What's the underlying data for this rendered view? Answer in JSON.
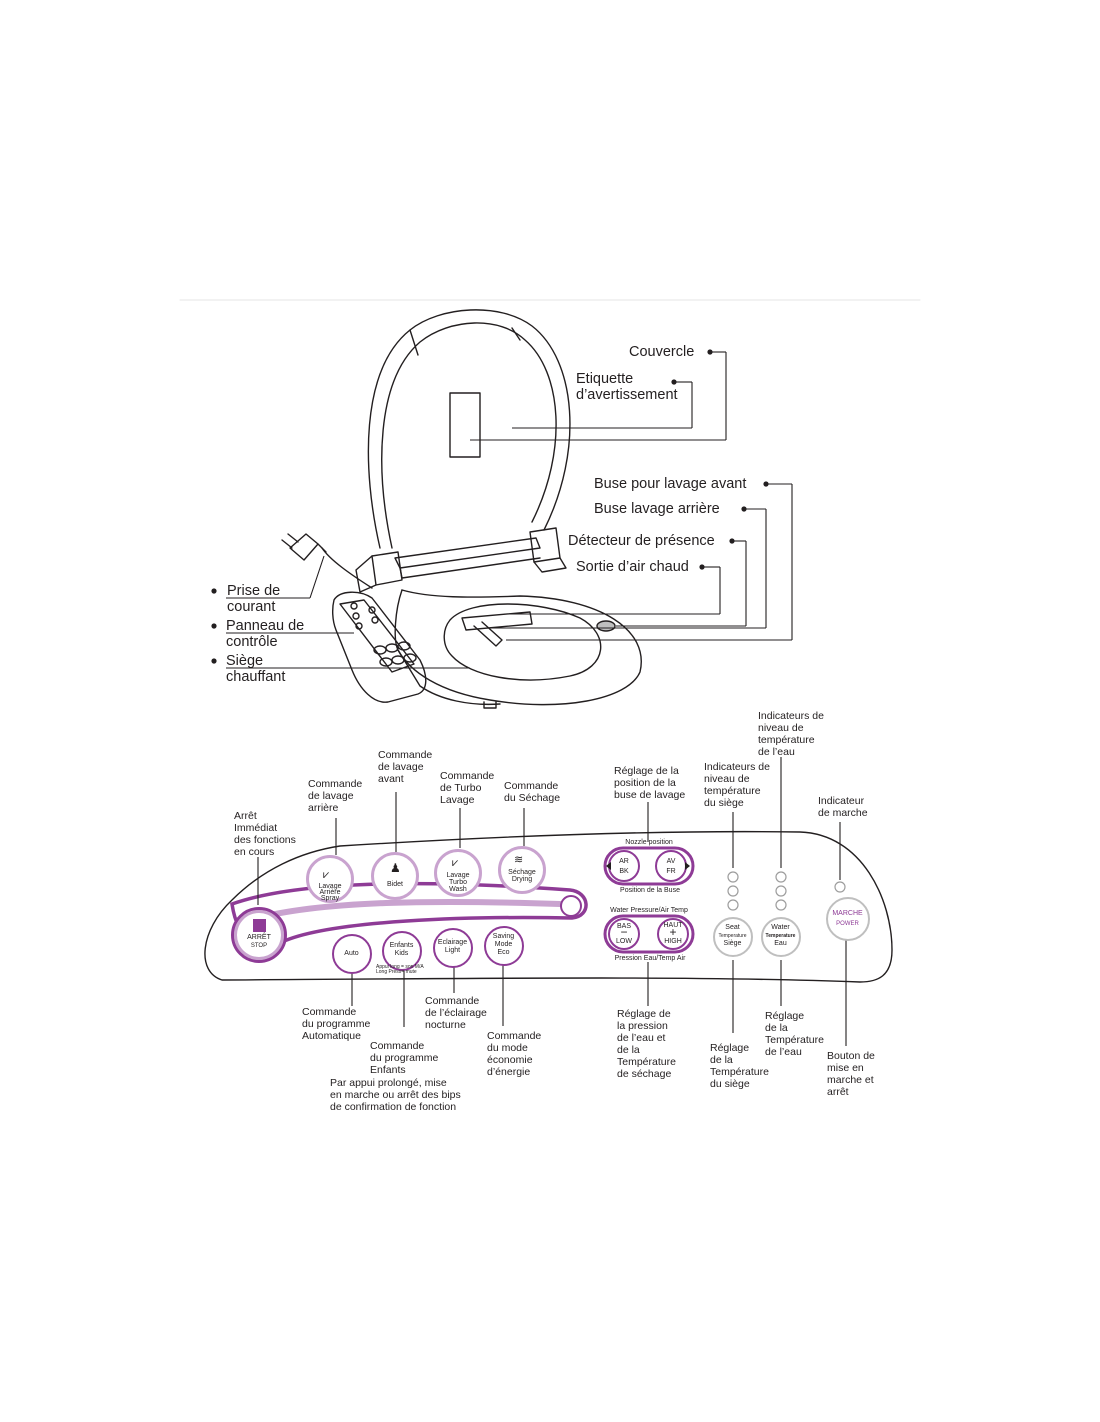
{
  "colors": {
    "accent": "#8e3b96",
    "accent_light": "#c9a3cf",
    "line": "#231f20",
    "grey": "#bfbfbf"
  },
  "toilet_labels": {
    "lid": "Couvercle",
    "warning_label_1": "Etiquette",
    "warning_label_2": "d’avertissement",
    "front_nozzle": "Buse pour lavage avant",
    "rear_nozzle": "Buse lavage arrière",
    "presence_sensor": "Détecteur de présence",
    "hot_air": "Sortie d’air chaud",
    "plug_1": "Prise de",
    "plug_2": "courant",
    "panel_1": "Panneau de",
    "panel_2": "contrôle",
    "seat_1": "Siège",
    "seat_2": "chauffant"
  },
  "panel_buttons": {
    "stop": {
      "main": "ARRÊT",
      "sub": "STOP"
    },
    "rear": {
      "line1": "Lavage",
      "line2": "Arrière",
      "line3": "Spray"
    },
    "bidet": {
      "main": "Bidet"
    },
    "turbo": {
      "line1": "Lavage",
      "line2": "Turbo",
      "line3": "Wash"
    },
    "drying": {
      "line1": "Séchage",
      "line2": "Drying"
    },
    "auto": {
      "main": "Auto"
    },
    "kids": {
      "line1": "Enfants",
      "line2": "Kids",
      "note1": "Appui long = son M/A",
      "note2": "Long Press= mute"
    },
    "light": {
      "line1": "Eclairage",
      "line2": "Light"
    },
    "eco": {
      "line1": "Saving",
      "line2": "Mode",
      "line3": "Eco"
    },
    "nozzle": {
      "title": "Nozzle position",
      "back_fr": "AR",
      "back_en": "BK",
      "front_fr": "AV",
      "front_en": "FR",
      "caption": "Position de la Buse"
    },
    "pressure": {
      "title": "Water Pressure/Air Temp",
      "low_fr": "BAS",
      "low_en": "LOW",
      "high_fr": "HAUT",
      "high_en": "HIGH",
      "caption": "Pression Eau/Temp Air",
      "minus": "−",
      "plus": "+"
    },
    "seat_temp": {
      "line1": "Seat",
      "line2": "Temperature",
      "line3": "Siège"
    },
    "water_temp": {
      "line1": "Water",
      "line2": "Temperature",
      "line3": "Eau"
    },
    "power": {
      "line1": "MARCHE",
      "line2": "POWER"
    }
  },
  "panel_labels": {
    "stop": [
      "Arrêt",
      "Immédiat",
      "des fonctions",
      "en cours"
    ],
    "rear": [
      "Commande",
      "de lavage",
      "arrière"
    ],
    "front": [
      "Commande",
      "de lavage",
      "avant"
    ],
    "turbo": [
      "Commande",
      "de Turbo",
      "Lavage"
    ],
    "drying": [
      "Commande",
      "du Séchage"
    ],
    "nozzle": [
      "Réglage de la",
      "position de la",
      "buse de lavage"
    ],
    "seat_ind": [
      "Indicateurs de",
      "niveau de",
      "température",
      "du siège"
    ],
    "water_ind": [
      "Indicateurs de",
      "niveau de",
      "température",
      "de l’eau"
    ],
    "power_ind": [
      "Indicateur",
      "de marche"
    ],
    "auto": [
      "Commande",
      "du programme",
      "Automatique"
    ],
    "kids": [
      "Commande",
      "du programme",
      "Enfants"
    ],
    "longpress": [
      "Par appui prolongé, mise",
      "en marche ou arrêt des bips",
      "de confirmation de fonction"
    ],
    "light": [
      "Commande",
      "de l’éclairage",
      "nocturne"
    ],
    "eco": [
      "Commande",
      "du mode",
      "économie",
      "d’énergie"
    ],
    "pressure": [
      "Réglage de",
      "la pression",
      "de l’eau et",
      "de la",
      "Température",
      "de séchage"
    ],
    "seat_temp": [
      "Réglage",
      "de la",
      "Température",
      "du siège"
    ],
    "water_temp": [
      "Réglage",
      "de la",
      "Température",
      "de l’eau"
    ],
    "power": [
      "Bouton de",
      "mise en",
      "marche et",
      "arrêt"
    ]
  }
}
